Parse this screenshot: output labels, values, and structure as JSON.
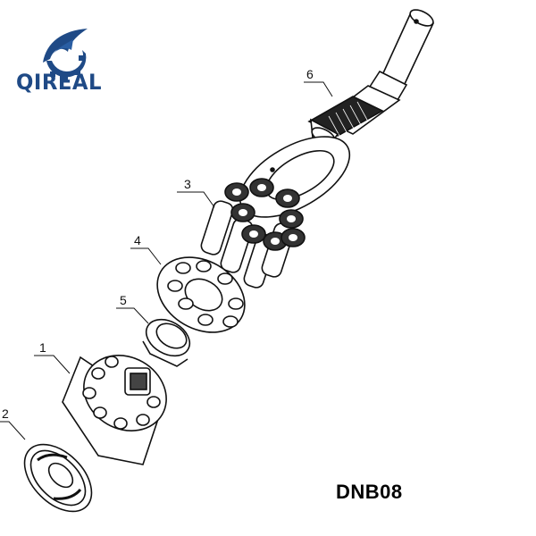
{
  "brand": {
    "name": "QIREAL",
    "logo_icon": "gear-wing-icon",
    "color": "#1f4a86"
  },
  "model": {
    "code": "DNB08"
  },
  "diagram": {
    "type": "exploded-parts-view",
    "parts": [
      {
        "number": "1",
        "name": "cylinder-block"
      },
      {
        "number": "2",
        "name": "valve-plate"
      },
      {
        "number": "3",
        "name": "piston-shoe-set"
      },
      {
        "number": "4",
        "name": "retainer-plate"
      },
      {
        "number": "5",
        "name": "ball-guide"
      },
      {
        "number": "6",
        "name": "drive-shaft"
      }
    ],
    "labels": [
      "1",
      "2",
      "3",
      "4",
      "5",
      "6"
    ]
  }
}
